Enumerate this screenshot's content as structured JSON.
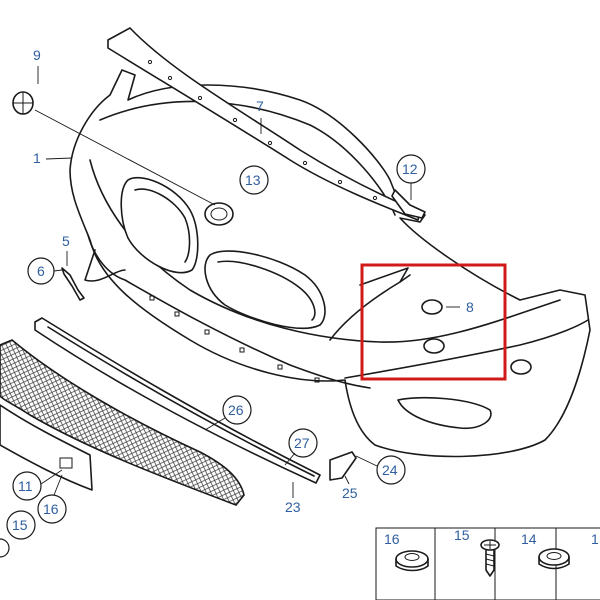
{
  "diagram": {
    "callouts": [
      {
        "id": "c1",
        "label": "1"
      },
      {
        "id": "c5",
        "label": "5"
      },
      {
        "id": "c6",
        "label": "6"
      },
      {
        "id": "c7",
        "label": "7"
      },
      {
        "id": "c8",
        "label": "8"
      },
      {
        "id": "c9",
        "label": "9"
      },
      {
        "id": "c11",
        "label": "11"
      },
      {
        "id": "c12",
        "label": "12"
      },
      {
        "id": "c13",
        "label": "13"
      },
      {
        "id": "c15",
        "label": "15"
      },
      {
        "id": "c16",
        "label": "16"
      },
      {
        "id": "c23",
        "label": "23"
      },
      {
        "id": "c24",
        "label": "24"
      },
      {
        "id": "c25",
        "label": "25"
      },
      {
        "id": "c26",
        "label": "26"
      },
      {
        "id": "c27",
        "label": "27"
      }
    ],
    "inset": {
      "labels": [
        "16",
        "15",
        "14",
        "1"
      ]
    },
    "highlight_color": "#d01a1a",
    "callout_color": "#2f5f9e"
  }
}
